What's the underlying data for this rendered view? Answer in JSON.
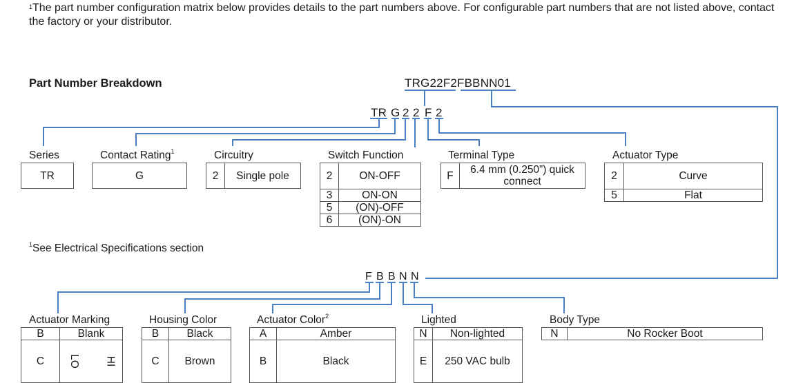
{
  "intro_note": {
    "marker": "1",
    "text": "The part number configuration matrix below provides details to the part numbers above.  For configurable part numbers that are not listed above, contact the factory or your distributor."
  },
  "heading": "Part Number Breakdown",
  "full_part_number": "TRG22F2FBBNN01",
  "segment1": {
    "codes": [
      "TR",
      "G",
      "2",
      "2",
      "F",
      "2"
    ]
  },
  "segment2": {
    "codes": [
      "F",
      "B",
      "B",
      "N",
      "N"
    ]
  },
  "line_color": "#4a7fc1",
  "groups_row1": [
    {
      "label": "Series",
      "sup": "",
      "options": [
        {
          "code": "",
          "value": "TR"
        }
      ]
    },
    {
      "label": "Contact Rating",
      "sup": "1",
      "options": [
        {
          "code": "",
          "value": "G"
        }
      ]
    },
    {
      "label": "Circuitry",
      "sup": "",
      "options": [
        {
          "code": "2",
          "value": "Single pole"
        }
      ]
    },
    {
      "label": "Switch Function",
      "sup": "",
      "options": [
        {
          "code": "2",
          "value": "ON-OFF"
        },
        {
          "code": "3",
          "value": "ON-ON"
        },
        {
          "code": "5",
          "value": "(ON)-OFF"
        },
        {
          "code": "6",
          "value": "(ON)-ON"
        }
      ]
    },
    {
      "label": "Terminal Type",
      "sup": "",
      "options": [
        {
          "code": "F",
          "value": "6.4 mm (0.250”) quick connect"
        }
      ]
    },
    {
      "label": "Actuator Type",
      "sup": "",
      "options": [
        {
          "code": "2",
          "value": "Curve"
        },
        {
          "code": "5",
          "value": "Flat"
        }
      ]
    }
  ],
  "footnote": {
    "marker": "1",
    "text": "See Electrical Specifications section"
  },
  "groups_row2": [
    {
      "label": "Actuator Marking",
      "sup": "",
      "options": [
        {
          "code": "B",
          "value": "Blank"
        },
        {
          "code": "C",
          "value_left": "LO",
          "value_right": "HI"
        }
      ]
    },
    {
      "label": "Housing Color",
      "sup": "",
      "options": [
        {
          "code": "B",
          "value": "Black"
        },
        {
          "code": "C",
          "value": "Brown"
        }
      ]
    },
    {
      "label": "Actuator Color",
      "sup": "2",
      "options": [
        {
          "code": "A",
          "value": "Amber"
        },
        {
          "code": "B",
          "value": "Black"
        }
      ]
    },
    {
      "label": "Lighted",
      "sup": "",
      "options": [
        {
          "code": "N",
          "value": "Non-lighted"
        },
        {
          "code": "E",
          "value": "250 VAC bulb"
        }
      ]
    },
    {
      "label": "Body Type",
      "sup": "",
      "options": [
        {
          "code": "N",
          "value": "No Rocker Boot"
        }
      ]
    }
  ]
}
